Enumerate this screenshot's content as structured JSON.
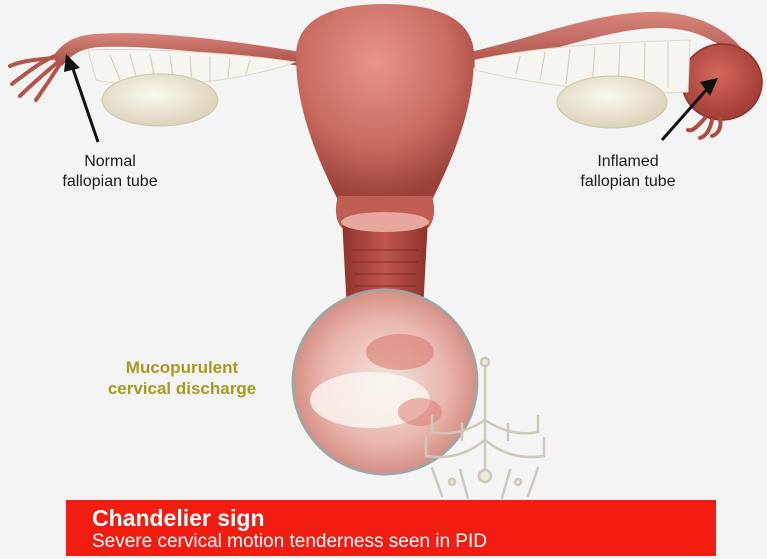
{
  "labels": {
    "normal_tube": "Normal\nfallopian tube",
    "inflamed_tube": "Inflamed\nfallopian tube",
    "discharge": "Mucopurulent\ncervical discharge"
  },
  "banner": {
    "title": "Chandelier sign",
    "subtitle": "Severe cervical motion tenderness seen in PID"
  },
  "colors": {
    "uterus": "#c96b60",
    "banner": "#f21d10",
    "discharge_label": "#a79a20",
    "ovary": "#efe9d8"
  },
  "icons": [
    "chandelier-icon",
    "arrow-icon"
  ]
}
